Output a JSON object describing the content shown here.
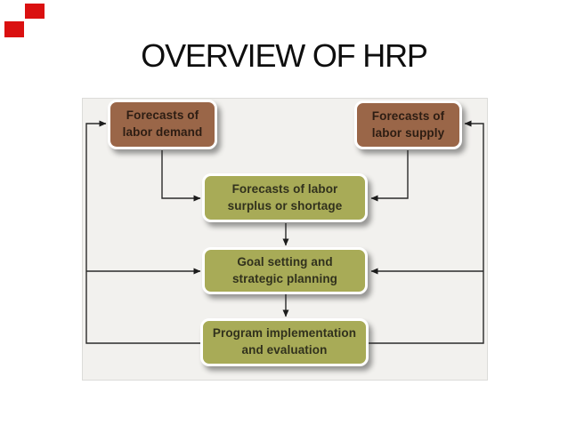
{
  "title": "OVERVIEW OF HRP",
  "markers": {
    "color": "#da1010",
    "top_label": "red-marker-top",
    "left_label": "red-marker-left"
  },
  "diagram": {
    "panel": {
      "bg": "#f2f1ee",
      "border": "#dcdcd9"
    },
    "line_color": "#2a2a2a",
    "nodes": {
      "demand": {
        "line1": "Forecasts of",
        "line2": "labor demand",
        "fill": "#9a6648",
        "text": "#2d1d13"
      },
      "supply": {
        "line1": "Forecasts of",
        "line2": "labor supply",
        "fill": "#9a6648",
        "text": "#2d1d13"
      },
      "surplus": {
        "line1": "Forecasts of labor",
        "line2": "surplus or shortage",
        "fill": "#a8ab57",
        "text": "#31311d"
      },
      "goal": {
        "line1": "Goal setting and",
        "line2": "strategic planning",
        "fill": "#a8ab57",
        "text": "#31311d"
      },
      "program": {
        "line1": "Program implementation",
        "line2": "and evaluation",
        "fill": "#a8ab57",
        "text": "#31311d"
      }
    },
    "flow": [
      "demand -> surplus",
      "supply -> surplus",
      "surplus -> goal",
      "goal -> program",
      "program -> demand (feedback)",
      "program -> supply (feedback)",
      "program -> goal (feedback)"
    ]
  }
}
